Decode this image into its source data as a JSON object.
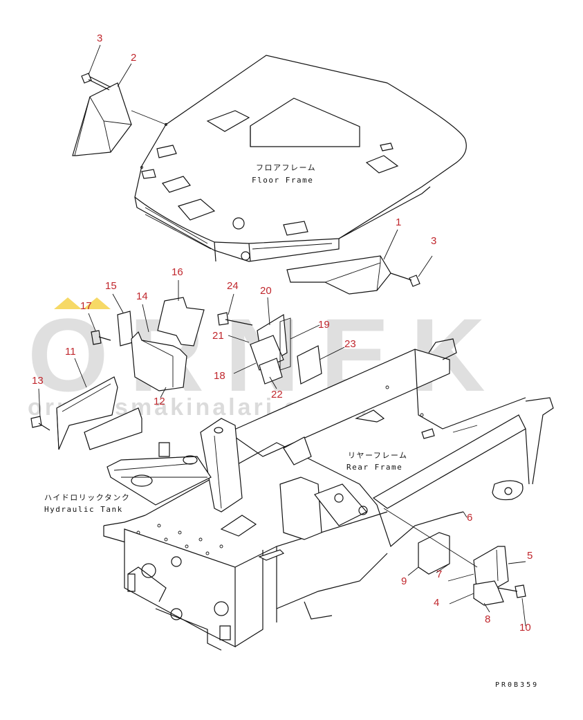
{
  "watermark": {
    "brand": "ORNEK",
    "url": "ornekismakinalari.com.tr",
    "accent_color": "#f0c000"
  },
  "labels": {
    "floor_frame_jp": "フロアフレーム",
    "floor_frame_en": "Floor Frame",
    "rear_frame_jp": "リヤーフレーム",
    "rear_frame_en": "Rear Frame",
    "hydraulic_tank_jp": "ハイドロリックタンク",
    "hydraulic_tank_en": "Hydraulic Tank"
  },
  "drawing_code": "PR0B359",
  "callout_color": "#c0262c",
  "callouts": {
    "c1": "1",
    "c2": "2",
    "c3a": "3",
    "c3b": "3",
    "c4": "4",
    "c5": "5",
    "c6": "6",
    "c7": "7",
    "c8": "8",
    "c9": "9",
    "c10": "10",
    "c11": "11",
    "c12": "12",
    "c13": "13",
    "c14": "14",
    "c15": "15",
    "c16": "16",
    "c17": "17",
    "c18": "18",
    "c19": "19",
    "c20": "20",
    "c21": "21",
    "c22": "22",
    "c23": "23",
    "c24": "24"
  }
}
